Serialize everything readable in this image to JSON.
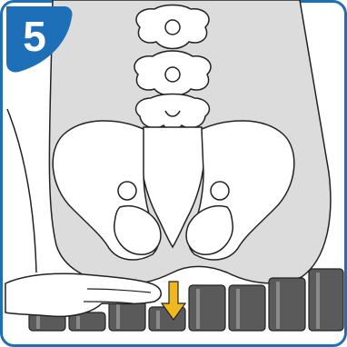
{
  "step": {
    "number": "5"
  },
  "colors": {
    "frame_border": "#1d6fb8",
    "badge_fill": "#1d6fb8",
    "skin": "#dcdcdc",
    "bone_fill": "#ffffff",
    "outline": "#222222",
    "spring_dark": "#5a5a5a",
    "spring_light": "#8a8a8a",
    "arrow_fill": "#f0b81e"
  },
  "icons": [
    "step-number-badge",
    "pelvis-illustration",
    "spine-vertebrae",
    "hand-icon",
    "down-arrow-icon",
    "pocket-spring-row"
  ]
}
